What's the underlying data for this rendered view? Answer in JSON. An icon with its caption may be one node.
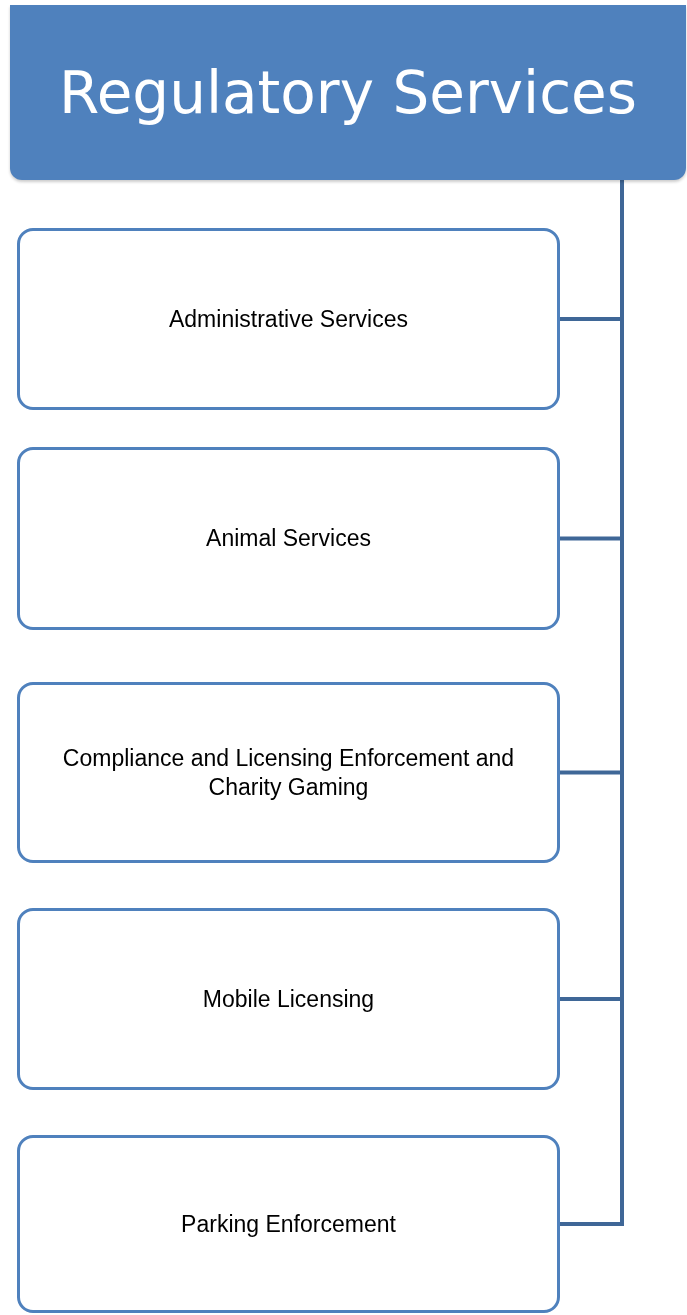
{
  "diagram": {
    "nodes": [
      {
        "text": [
          "Regulatory Services"
        ]
      },
      {
        "text": [
          "Administrative Services"
        ]
      },
      {
        "text": [
          "Animal Services"
        ]
      },
      {
        "text": [
          "Compliance and Licensing Enforcement and Charity Gaming"
        ]
      },
      {
        "text": [
          "Mobile Licensing"
        ]
      },
      {
        "text": [
          "Parking Enforcement"
        ]
      }
    ],
    "edges": [
      {
        "from": 0,
        "to": 1,
        "arrow": "none"
      },
      {
        "from": 0,
        "to": 2,
        "arrow": "none"
      },
      {
        "from": 0,
        "to": 3,
        "arrow": "none"
      },
      {
        "from": 0,
        "to": 4,
        "arrow": "none"
      },
      {
        "from": 0,
        "to": 5,
        "arrow": "none"
      }
    ]
  }
}
